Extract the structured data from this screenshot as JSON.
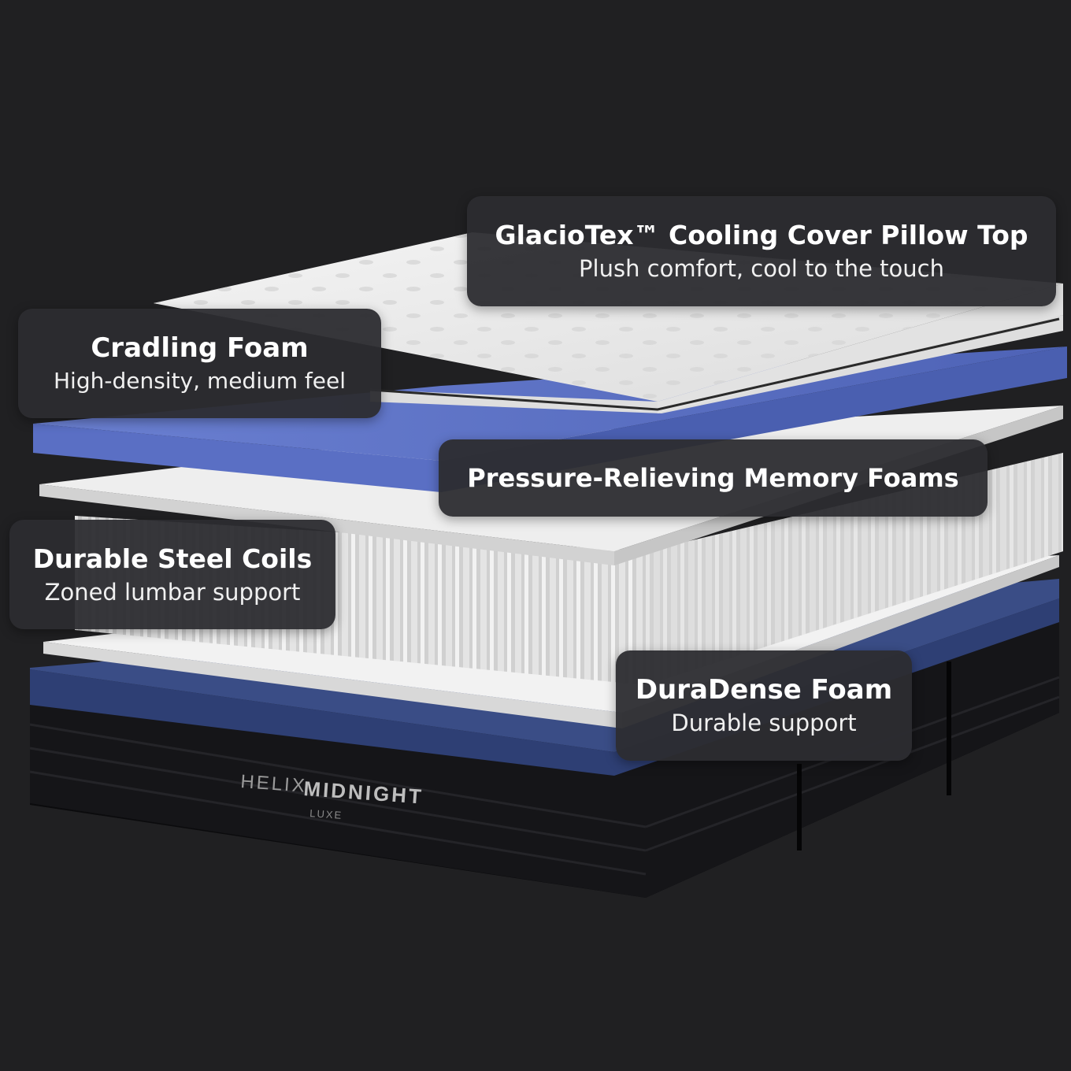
{
  "colors": {
    "background": "#202022",
    "callout_bg": "#2c2c30",
    "callout_text": "#ffffff",
    "comfort_foam_blue": "#5f75c8",
    "base_denim_blue": "#2c3c6e",
    "base_black": "#141416",
    "cover_white": "#eeeeee"
  },
  "product": {
    "brand_label": "HELIX",
    "model_label": "MIDNIGHT",
    "edition_label": "LUXE"
  },
  "layers": [
    {
      "id": "cover",
      "title": "GlacioTex™ Cooling Cover Pillow Top",
      "subtitle": "Plush comfort, cool to the touch"
    },
    {
      "id": "cradling",
      "title": "Cradling Foam",
      "subtitle": "High-density, medium feel"
    },
    {
      "id": "memory",
      "title": "Pressure-Relieving Memory Foams"
    },
    {
      "id": "coils",
      "title": "Durable Steel Coils",
      "subtitle": "Zoned lumbar support"
    },
    {
      "id": "base",
      "title": "DuraDense Foam",
      "subtitle": "Durable support"
    }
  ]
}
